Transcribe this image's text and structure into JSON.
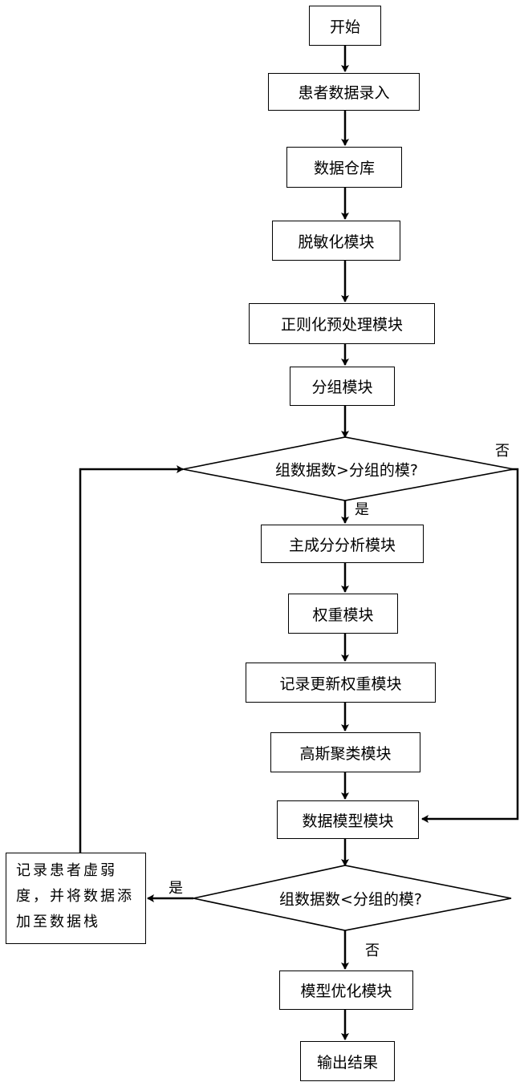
{
  "nodes": {
    "start": "开始",
    "input": "患者数据录入",
    "warehouse": "数据仓库",
    "desensitize": "脱敏化模块",
    "regularize": "正则化预处理模块",
    "group": "分组模块",
    "decision1": "组数据数>分组的模?",
    "pca": "主成分分析模块",
    "weight": "权重模块",
    "record_weight": "记录更新权重模块",
    "gaussian": "高斯聚类模块",
    "data_model": "数据模型模块",
    "decision2": "组数据数<分组的模?",
    "record_patient": [
      "记录患者虚弱",
      "度，并将数据添",
      "加至数据栈"
    ],
    "optimize": "模型优化模块",
    "output": "输出结果"
  },
  "edge_labels": {
    "d1_yes": "是",
    "d1_no": "否",
    "d2_yes": "是",
    "d2_no": "否"
  }
}
